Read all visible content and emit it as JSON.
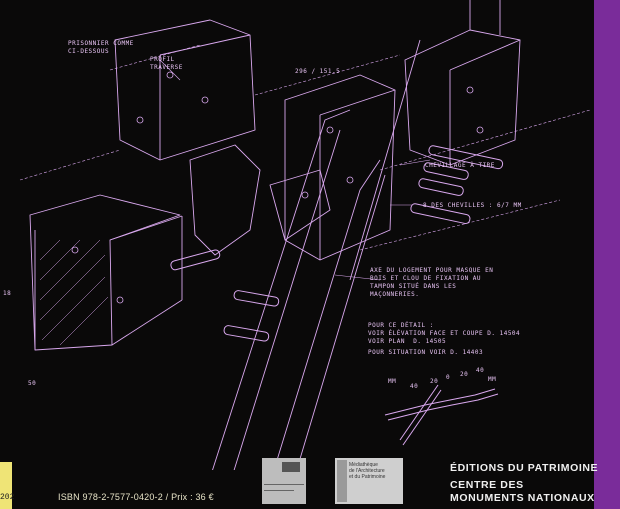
{
  "annotations": {
    "prisonnier": "PRISONNIER COMME\nCI-DESSOUS",
    "profil": "PROFIL\nTRAVERSE",
    "chevillage": "CHEVILLAGE À TIRE",
    "chevilles": "8 DES CHEVILLES : 6/7 MM",
    "axe": "AXE DU LOGEMENT POUR MASQUE EN\nBOIS ET CLOU DE FIXATION AU\nTAMPON SITUÉ DANS LES\nMAÇONNERIES.",
    "detail": "POUR CE DÉTAIL :\nVOIR ÉLÉVATION FACE ET COUPE D. 14504\nVOIR PLAN  D. 14505",
    "situation": "POUR SITUATION VOIR D. 14403",
    "dims": [
      "296 / 151.5",
      "18",
      "50"
    ]
  },
  "scale": {
    "ticks": [
      "40",
      "20",
      "0",
      "20",
      "40"
    ],
    "unit_left": "MM",
    "unit_right": "MM"
  },
  "footer": {
    "isbn": "ISBN 978-2-7577-0420-2 / Prix : 36 €",
    "barcode_digits": "202",
    "publisher_lines": [
      "ÉDITIONS DU PATRIMOINE",
      "CENTRE DES",
      "MONUMENTS NATIONAUX"
    ],
    "logo_small": "",
    "logo_mediatheque": "Médiathèque\nde l'Architecture\net du Patrimoine"
  },
  "colors": {
    "background": "#0a0909",
    "line": "#d9a8ee",
    "accent_band": "#7a2c9a",
    "barcode_tab": "#efe476"
  }
}
